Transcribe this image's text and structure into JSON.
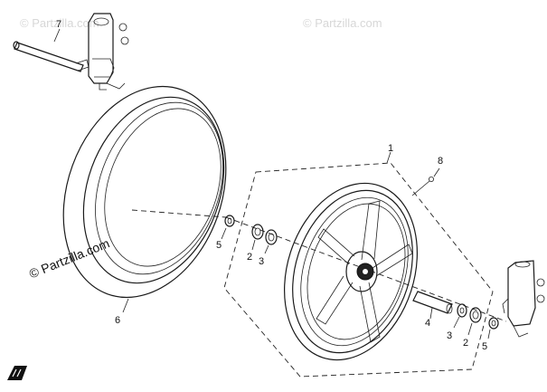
{
  "watermarks": {
    "top_left": "© Partzilla.com",
    "top_right": "© Partzilla.com",
    "main": "© Partzilla.com"
  },
  "callouts": {
    "p1": "1",
    "p2a": "2",
    "p3a": "3",
    "p5a": "5",
    "p6": "6",
    "p7": "7",
    "p8": "8",
    "p4": "4",
    "p3b": "3",
    "p2b": "2",
    "p5b": "5"
  }
}
